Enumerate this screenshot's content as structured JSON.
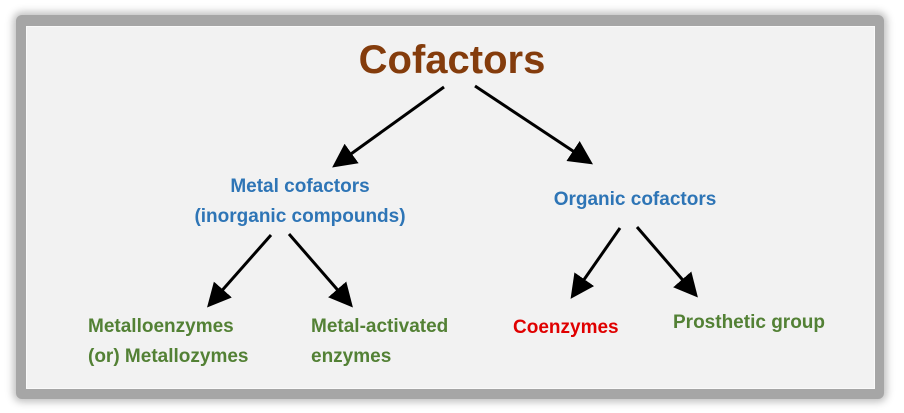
{
  "title": "Cofactors",
  "level1": {
    "metal": {
      "line1": "Metal cofactors",
      "line2": "(inorganic compounds)"
    },
    "organic": "Organic cofactors"
  },
  "level2": {
    "metalloenzymes": {
      "line1": "Metalloenzymes",
      "line2": "(or) Metallozymes"
    },
    "metal_activated": {
      "line1": "Metal-activated",
      "line2": "enzymes"
    },
    "coenzymes": "Coenzymes",
    "prosthetic": "Prosthetic group"
  },
  "colors": {
    "title": "#843c0c",
    "level1": "#2e75b6",
    "green": "#538135",
    "red": "#e00000"
  }
}
